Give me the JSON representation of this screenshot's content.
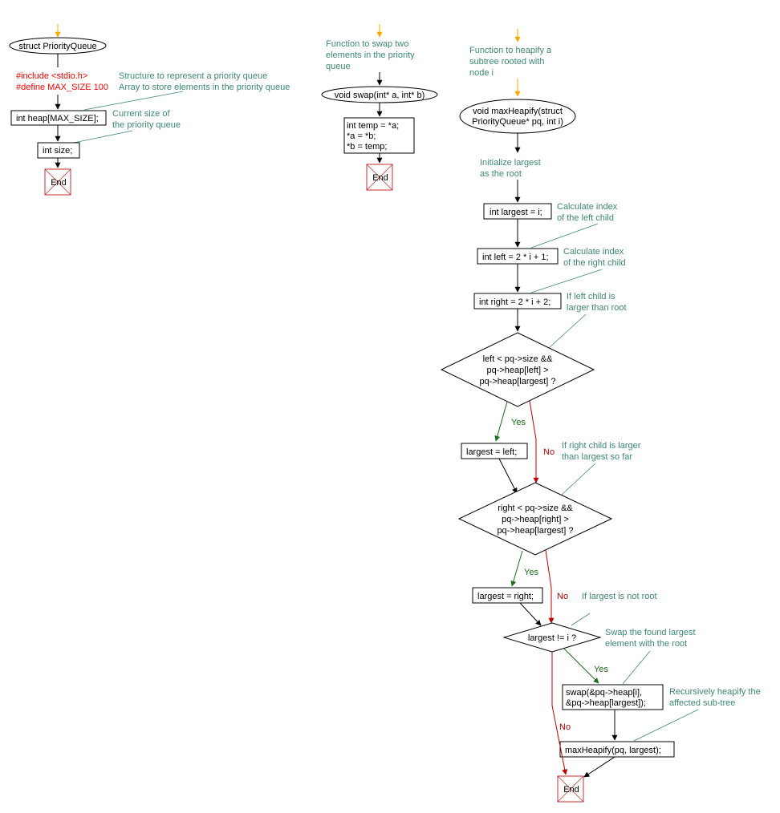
{
  "struct_section": {
    "start_label": "struct PriorityQueue",
    "include": "#include <stdio.h>",
    "define": "#define MAX_SIZE 100",
    "comment_struct_1": "Structure to represent a priority queue",
    "comment_struct_2": "Array to store elements in the priority queue",
    "heap_decl": "int heap[MAX_SIZE];",
    "comment_size_1": "Current size of",
    "comment_size_2": "the priority queue",
    "size_decl": "int size;",
    "end_label": "End"
  },
  "swap_section": {
    "comment_1": "Function to swap two",
    "comment_2": "elements in the priority",
    "comment_3": "queue",
    "start_label": "void swap(int* a, int* b)",
    "line_1": "int temp = *a;",
    "line_2": "*a = *b;",
    "line_3": "*b = temp;",
    "end_label": "End"
  },
  "heapify_section": {
    "comment_func_1": "Function to heapify a",
    "comment_func_2": "subtree rooted with",
    "comment_func_3": "node i",
    "start_label_1": "void maxHeapify(struct",
    "start_label_2": "PriorityQueue* pq, int i)",
    "comment_largest_1": "Initialize largest",
    "comment_largest_2": "as the root",
    "largest_init": "int largest = i;",
    "comment_left_1": "Calculate index",
    "comment_left_2": "of the left child",
    "left_calc": "int left = 2 * i + 1;",
    "comment_right_1": "Calculate index",
    "comment_right_2": "of the right child",
    "right_calc": "int right = 2 * i + 2;",
    "comment_cond1_1": "If left child is",
    "comment_cond1_2": "larger than root",
    "cond1_line_1": "left < pq->size &&",
    "cond1_line_2": "pq->heap[left] >",
    "cond1_line_3": "pq->heap[largest] ?",
    "yes_1": "Yes",
    "no_1": "No",
    "largest_left": "largest = left;",
    "comment_cond2_1": "If right child is larger",
    "comment_cond2_2": "than largest so far",
    "cond2_line_1": "right < pq->size &&",
    "cond2_line_2": "pq->heap[right] >",
    "cond2_line_3": "pq->heap[largest] ?",
    "yes_2": "Yes",
    "no_2": "No",
    "largest_right": "largest = right;",
    "comment_cond3": "If largest is not root",
    "cond3": "largest != i ?",
    "comment_swap_1": "Swap the found largest",
    "comment_swap_2": "element with the root",
    "yes_3": "Yes",
    "swap_call_1": "swap(&pq->heap[i],",
    "swap_call_2": "&pq->heap[largest]);",
    "comment_recurse_1": "Recursively heapify the",
    "comment_recurse_2": "affected sub-tree",
    "no_3": "No",
    "recurse_call": "maxHeapify(pq, largest);",
    "end_label": "End"
  },
  "colors": {
    "comment": "#3c8a6e",
    "directive": "#ff0000",
    "yes": "#1a6e1a",
    "no": "#c00000",
    "start_arrow": "#ffa500",
    "end_box": "#c03030"
  }
}
